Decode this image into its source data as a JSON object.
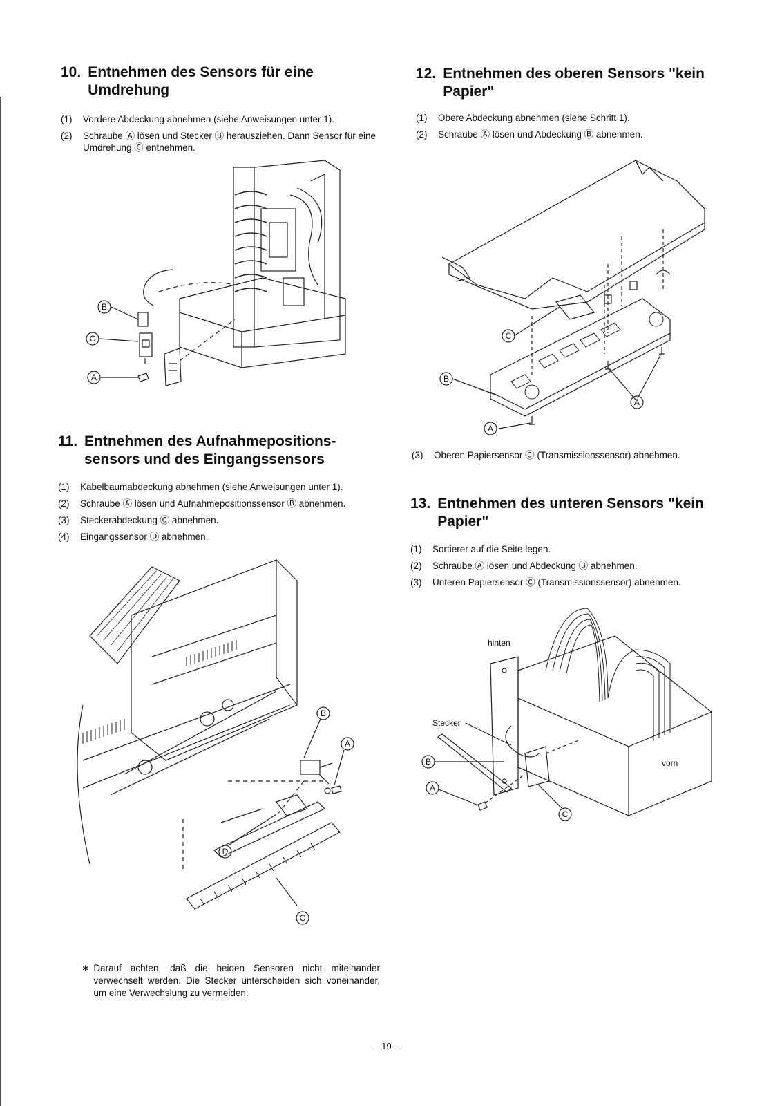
{
  "section10": {
    "num": "10.",
    "title": "Entnehmen des Sensors für eine Umdrehung",
    "steps": [
      {
        "n": "(1)",
        "t": "Vordere Abdeckung abnehmen (siehe Anweisungen unter 1)."
      },
      {
        "n": "(2)",
        "t": "Schraube Ⓐ lösen und Stecker Ⓑ herausziehen. Dann Sensor für eine Umdrehung Ⓒ entnehmen."
      }
    ],
    "callouts": [
      "B",
      "C",
      "A"
    ]
  },
  "section11": {
    "num": "11.",
    "title": "Entnehmen des Aufnahmepositions-sensors und des Eingangssensors",
    "steps": [
      {
        "n": "(1)",
        "t": "Kabelbaumabdeckung abnehmen (siehe Anweisungen unter 1)."
      },
      {
        "n": "(2)",
        "t": "Schraube Ⓐ lösen und Aufnahmepositionssensor Ⓑ abnehmen."
      },
      {
        "n": "(3)",
        "t": "Steckerabdeckung Ⓒ abnehmen."
      },
      {
        "n": "(4)",
        "t": "Eingangssensor Ⓓ abnehmen."
      }
    ],
    "callouts": [
      "B",
      "A",
      "D",
      "C"
    ],
    "note_mark": "∗",
    "note": "Darauf achten, daß die beiden Sensoren nicht miteinander verwechselt werden. Die Stecker unterscheiden sich voneinander, um eine Verwechslung zu vermeiden."
  },
  "section12": {
    "num": "12.",
    "title": "Entnehmen des oberen Sensors \"kein Papier\"",
    "steps": [
      {
        "n": "(1)",
        "t": "Obere Abdeckung abnehmen (siehe Schritt 1)."
      },
      {
        "n": "(2)",
        "t": "Schraube Ⓐ lösen und Abdeckung Ⓑ abnehmen."
      }
    ],
    "steps_after": [
      {
        "n": "(3)",
        "t": "Oberen Papiersensor Ⓒ (Transmissionssensor) abnehmen."
      }
    ],
    "callouts": [
      "C",
      "B",
      "A",
      "A"
    ]
  },
  "section13": {
    "num": "13.",
    "title": "Entnehmen des unteren Sensors \"kein Papier\"",
    "steps": [
      {
        "n": "(1)",
        "t": "Sortierer auf die Seite legen."
      },
      {
        "n": "(2)",
        "t": "Schraube Ⓐ lösen und Abdeckung Ⓑ abnehmen."
      },
      {
        "n": "(3)",
        "t": "Unteren Papiersensor Ⓒ (Transmissionssensor) abnehmen."
      }
    ],
    "labels": {
      "back": "hinten",
      "connector": "Stecker",
      "front": "vorn"
    },
    "callouts": [
      "B",
      "A",
      "C"
    ]
  },
  "page_number": "– 19 –"
}
